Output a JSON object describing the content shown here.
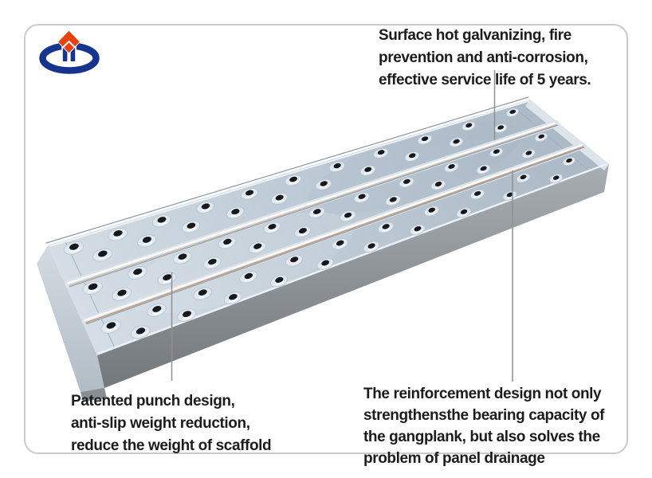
{
  "card": {
    "border_color": "#cbcbcb",
    "background": "#ffffff"
  },
  "logo": {
    "ring_color": "#16338e",
    "diamond_color": "#e8400f"
  },
  "annotations": {
    "galvanizing": {
      "lines": [
        "Surface hot galvanizing, fire",
        "prevention and anti-corrosion,",
        "effective service life of 5 years."
      ]
    },
    "punch": {
      "lines": [
        "Patented punch design,",
        "anti-slip weight reduction,",
        "reduce the weight of scaffold"
      ]
    },
    "reinforcement": {
      "lines": [
        "The reinforcement design not only",
        "strengthensthe bearing capacity of",
        "the gangplank, but also solves the",
        "problem of panel drainage"
      ]
    }
  },
  "product": {
    "description": "perforated galvanized steel scaffold plank (gangplank), shown in perspective with two longitudinal reinforcement ribs and staggered punched anti-slip holes",
    "hole_rows": 6,
    "holes_per_row": 11,
    "rib_count": 2,
    "colors": {
      "face_light": "#d8e0e8",
      "face_mid": "#bfcbd6",
      "face_dark": "#a9b7c4",
      "side_top": "#a9aeb3",
      "side_bottom": "#73787d",
      "side_dark": "#878e94",
      "end_cap_light": "#d3dbe2",
      "end_cap_dark": "#b2bcc4",
      "end_strip": "#dde4ea",
      "rib_band": "#dce3e9",
      "rib_highlight": "#ffffff",
      "rib_shadow": "#93a1ae",
      "rib_rust_line": "#c59878",
      "edge_highlight": "#eef3f7",
      "edge_dark": "#8a96a2",
      "seam": "#a2b0bc",
      "dimple": "#e0e8ef",
      "dimple_edge": "#b6c3cf",
      "hole": "#17181b",
      "glint": "#f4f8fb",
      "leader_line": "#909090"
    }
  }
}
